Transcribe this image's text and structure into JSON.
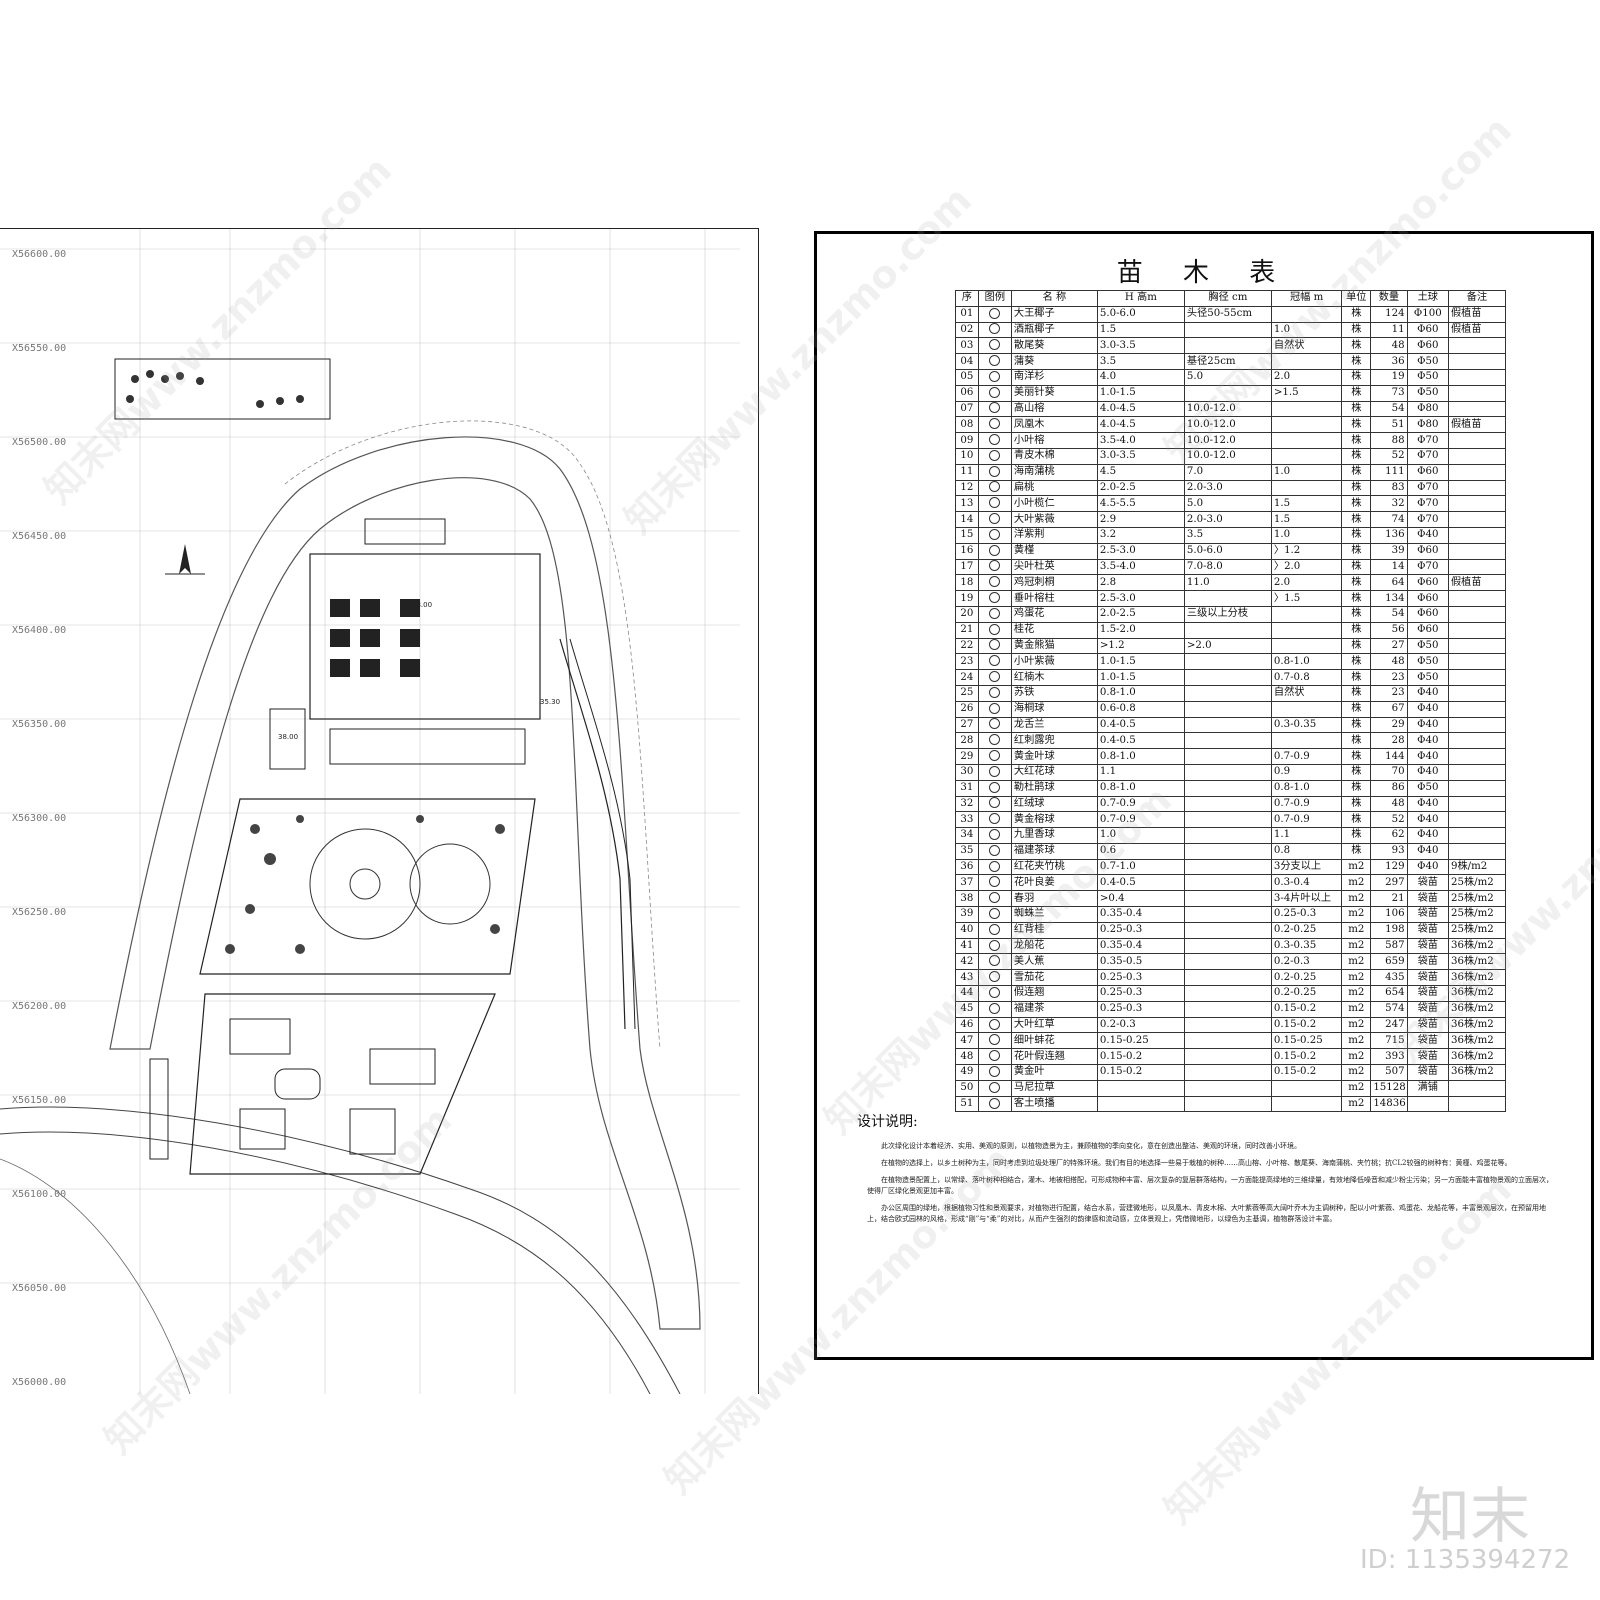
{
  "plan": {
    "coordinates": [
      "X56600.00",
      "X56550.00",
      "X56500.00",
      "X56450.00",
      "X56400.00",
      "X56350.00",
      "X56300.00",
      "X56250.00",
      "X56200.00",
      "X56150.00",
      "X56100.00",
      "X56050.00",
      "X56000.00"
    ],
    "elevations": [
      "38.00",
      "35.30",
      "38.00"
    ]
  },
  "table": {
    "title": "苗 木 表",
    "headers": [
      "序",
      "图例",
      "名 称",
      "H 高m",
      "胸径 cm",
      "冠幅 m",
      "单位",
      "数量",
      "土球",
      "备注"
    ],
    "rows": [
      [
        "01",
        "大王椰子",
        "5.0-6.0",
        "头径50-55cm",
        "",
        "株",
        "124",
        "Φ100",
        "假植苗"
      ],
      [
        "02",
        "酒瓶椰子",
        "1.5",
        "",
        "1.0",
        "株",
        "11",
        "Φ60",
        "假植苗"
      ],
      [
        "03",
        "散尾葵",
        "3.0-3.5",
        "",
        "自然状",
        "株",
        "48",
        "Φ60",
        ""
      ],
      [
        "04",
        "蒲葵",
        "3.5",
        "基径25cm",
        "",
        "株",
        "36",
        "Φ50",
        ""
      ],
      [
        "05",
        "南洋杉",
        "4.0",
        "5.0",
        "2.0",
        "株",
        "19",
        "Φ50",
        ""
      ],
      [
        "06",
        "美丽针葵",
        "1.0-1.5",
        "",
        "&gt;1.5",
        "株",
        "73",
        "Φ50",
        ""
      ],
      [
        "07",
        "高山榕",
        "4.0-4.5",
        "10.0-12.0",
        "",
        "株",
        "54",
        "Φ80",
        ""
      ],
      [
        "08",
        "凤凰木",
        "4.0-4.5",
        "10.0-12.0",
        "",
        "株",
        "51",
        "Φ80",
        "假植苗"
      ],
      [
        "09",
        "小叶榕",
        "3.5-4.0",
        "10.0-12.0",
        "",
        "株",
        "88",
        "Φ70",
        ""
      ],
      [
        "10",
        "青皮木棉",
        "3.0-3.5",
        "10.0-12.0",
        "",
        "株",
        "52",
        "Φ70",
        ""
      ],
      [
        "11",
        "海南蒲桃",
        "4.5",
        "7.0",
        "1.0",
        "株",
        "111",
        "Φ60",
        ""
      ],
      [
        "12",
        "扁桃",
        "2.0-2.5",
        "2.0-3.0",
        "",
        "株",
        "83",
        "Φ70",
        ""
      ],
      [
        "13",
        "小叶榄仁",
        "4.5-5.5",
        "5.0",
        "1.5",
        "株",
        "32",
        "Φ70",
        ""
      ],
      [
        "14",
        "大叶紫薇",
        "2.9",
        "2.0-3.0",
        "1.5",
        "株",
        "74",
        "Φ70",
        ""
      ],
      [
        "15",
        "洋紫荆",
        "3.2",
        "3.5",
        "1.0",
        "株",
        "136",
        "Φ40",
        ""
      ],
      [
        "16",
        "黄槿",
        "2.5-3.0",
        "5.0-6.0",
        "〉1.2",
        "株",
        "39",
        "Φ60",
        ""
      ],
      [
        "17",
        "尖叶杜英",
        "3.5-4.0",
        "7.0-8.0",
        "〉2.0",
        "株",
        "14",
        "Φ70",
        ""
      ],
      [
        "18",
        "鸡冠刺桐",
        "2.8",
        "11.0",
        "2.0",
        "株",
        "64",
        "Φ60",
        "假植苗"
      ],
      [
        "19",
        "垂叶榕柱",
        "2.5-3.0",
        "",
        "〉1.5",
        "株",
        "134",
        "Φ60",
        ""
      ],
      [
        "20",
        "鸡蛋花",
        "2.0-2.5",
        "三级以上分枝",
        "",
        "株",
        "54",
        "Φ60",
        ""
      ],
      [
        "21",
        "桂花",
        "1.5-2.0",
        "",
        "",
        "株",
        "56",
        "Φ60",
        ""
      ],
      [
        "22",
        "黄金熊猫",
        "&gt;1.2",
        "&gt;2.0",
        "",
        "株",
        "27",
        "Φ50",
        ""
      ],
      [
        "23",
        "小叶紫薇",
        "1.0-1.5",
        "",
        "0.8-1.0",
        "株",
        "48",
        "Φ50",
        ""
      ],
      [
        "24",
        "红楠木",
        "1.0-1.5",
        "",
        "0.7-0.8",
        "株",
        "23",
        "Φ50",
        ""
      ],
      [
        "25",
        "苏铁",
        "0.8-1.0",
        "",
        "自然状",
        "株",
        "23",
        "Φ40",
        ""
      ],
      [
        "26",
        "海桐球",
        "0.6-0.8",
        "",
        "",
        "株",
        "67",
        "Φ40",
        ""
      ],
      [
        "27",
        "龙舌兰",
        "0.4-0.5",
        "",
        "0.3-0.35",
        "株",
        "29",
        "Φ40",
        ""
      ],
      [
        "28",
        "红刺露兜",
        "0.4-0.5",
        "",
        "",
        "株",
        "28",
        "Φ40",
        ""
      ],
      [
        "29",
        "黄金叶球",
        "0.8-1.0",
        "",
        "0.7-0.9",
        "株",
        "144",
        "Φ40",
        ""
      ],
      [
        "30",
        "大红花球",
        "1.1",
        "",
        "0.9",
        "株",
        "70",
        "Φ40",
        ""
      ],
      [
        "31",
        "勒杜鹃球",
        "0.8-1.0",
        "",
        "0.8-1.0",
        "株",
        "86",
        "Φ50",
        ""
      ],
      [
        "32",
        "红绒球",
        "0.7-0.9",
        "",
        "0.7-0.9",
        "株",
        "48",
        "Φ40",
        ""
      ],
      [
        "33",
        "黄金榕球",
        "0.7-0.9",
        "",
        "0.7-0.9",
        "株",
        "52",
        "Φ40",
        ""
      ],
      [
        "34",
        "九里香球",
        "1.0",
        "",
        "1.1",
        "株",
        "62",
        "Φ40",
        ""
      ],
      [
        "35",
        "福建茶球",
        "0.6",
        "",
        "0.8",
        "株",
        "93",
        "Φ40",
        ""
      ],
      [
        "36",
        "红花夹竹桃",
        "0.7-1.0",
        "",
        "3分支以上",
        "m2",
        "129",
        "Φ40",
        "9株/m2"
      ],
      [
        "37",
        "花叶良姜",
        "0.4-0.5",
        "",
        "0.3-0.4",
        "m2",
        "297",
        "袋苗",
        "25株/m2"
      ],
      [
        "38",
        "春羽",
        "&gt;0.4",
        "",
        "3-4片叶以上",
        "m2",
        "21",
        "袋苗",
        "25株/m2"
      ],
      [
        "39",
        "蜘蛛兰",
        "0.35-0.4",
        "",
        "0.25-0.3",
        "m2",
        "106",
        "袋苗",
        "25株/m2"
      ],
      [
        "40",
        "红背桂",
        "0.25-0.3",
        "",
        "0.2-0.25",
        "m2",
        "198",
        "袋苗",
        "25株/m2"
      ],
      [
        "41",
        "龙船花",
        "0.35-0.4",
        "",
        "0.3-0.35",
        "m2",
        "587",
        "袋苗",
        "36株/m2"
      ],
      [
        "42",
        "美人蕉",
        "0.35-0.5",
        "",
        "0.2-0.3",
        "m2",
        "659",
        "袋苗",
        "36株/m2"
      ],
      [
        "43",
        "雪茄花",
        "0.25-0.3",
        "",
        "0.2-0.25",
        "m2",
        "435",
        "袋苗",
        "36株/m2"
      ],
      [
        "44",
        "假连翘",
        "0.25-0.3",
        "",
        "0.2-0.25",
        "m2",
        "654",
        "袋苗",
        "36株/m2"
      ],
      [
        "45",
        "福建茶",
        "0.25-0.3",
        "",
        "0.15-0.2",
        "m2",
        "574",
        "袋苗",
        "36株/m2"
      ],
      [
        "46",
        "大叶红草",
        "0.2-0.3",
        "",
        "0.15-0.2",
        "m2",
        "247",
        "袋苗",
        "36株/m2"
      ],
      [
        "47",
        "细叶蚌花",
        "0.15-0.25",
        "",
        "0.15-0.25",
        "m2",
        "715",
        "袋苗",
        "36株/m2"
      ],
      [
        "48",
        "花叶假连翘",
        "0.15-0.2",
        "",
        "0.15-0.2",
        "m2",
        "393",
        "袋苗",
        "36株/m2"
      ],
      [
        "49",
        "黄金叶",
        "0.15-0.2",
        "",
        "0.15-0.2",
        "m2",
        "507",
        "袋苗",
        "36株/m2"
      ],
      [
        "50",
        "马尼拉草",
        "",
        "",
        "",
        "m2",
        "15128",
        "满铺",
        ""
      ],
      [
        "51",
        "客土喷播",
        "",
        "",
        "",
        "m2",
        "14836",
        "",
        ""
      ]
    ]
  },
  "notes": {
    "title": "设计说明:",
    "p1": "此次绿化设计本着经济、实用、美观的原则，以植物造景为主，兼顾植物的季向变化，意在创造出整洁、美观的环境，同时改善小环境。",
    "p2": "在植物的选择上，以乡土树种为主，同时考虑到垃圾处理厂的特殊环境。我们有目的地选择一些易于栽植的树种……高山榕、小叶榕、散尾葵、海南蒲桃、夹竹桃；抗CL2较强的树种有：黄槿、鸡蛋花等。",
    "p3": "在植物造景配置上，以常绿、落叶树种相结合，灌木、地被相搭配，可形成物种丰富、层次复杂的复层群落结构，一方面能提高绿地的三维绿量，有效地降低噪音和减少粉尘污染；另一方面能丰富植物景观的立面层次，使得厂区绿化景观更加丰富。",
    "p4": "办公区周围的绿地，根据植物习性和景观要求，对植物进行配置，结合水系，营建微地形，以凤凰木、青皮木棉、大叶紫薇等高大阔叶乔木为主调树种，配以小叶紫薇、鸡蛋花、龙船花等，丰富景观层次，在预留用地上，结合欧式园林的风格，形成“刚”与“柔”的对比，从而产生强烈的韵律感和流动感，立体景观上，凭借微地形，以绿色为主基调，植物群落设计丰富。"
  },
  "watermarks": [
    "知末网www.znzmo.com",
    "知末网www.znzmo.com",
    "知末网www.znzmo.com",
    "知末网www.znzmo.com",
    "知末网www.znzmo.com",
    "知末网www.znzmo.com",
    "知末网www.znzmo.com",
    "知末网www.znzmo.com"
  ],
  "brand": {
    "logo": "知末",
    "id": "ID: 1135394272"
  }
}
